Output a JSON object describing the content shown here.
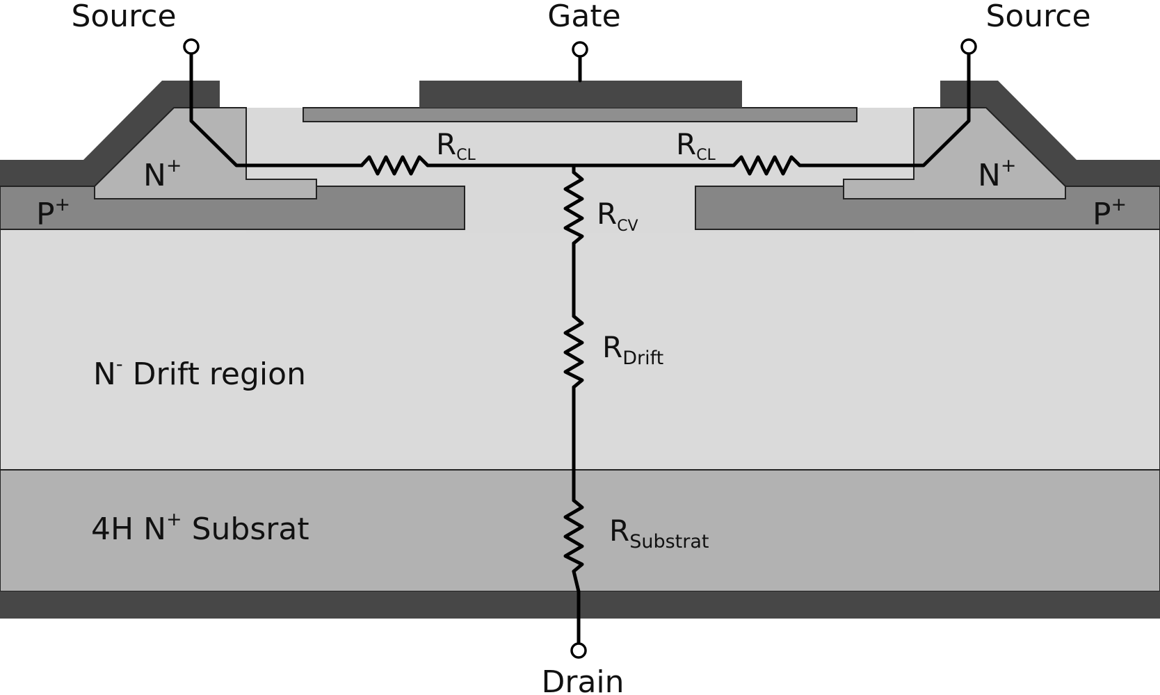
{
  "terminals": {
    "source_left": "Source",
    "gate": "Gate",
    "source_right": "Source",
    "drain": "Drain"
  },
  "regions": {
    "n_plus": {
      "main": "N",
      "sup": "+"
    },
    "p_plus": {
      "main": "P",
      "sup": "+"
    },
    "drift": {
      "pre": "N",
      "sup": "-",
      "post": " Drift region"
    },
    "substrate": {
      "pre": "4H N",
      "sup": "+",
      "post": " Subsrat"
    }
  },
  "resistors": {
    "cl": {
      "main": "R",
      "sub": "CL"
    },
    "cv": {
      "main": "R",
      "sub": "CV"
    },
    "drift": {
      "main": "R",
      "sub": "Drift"
    },
    "substrate": {
      "main": "R",
      "sub": "Substrat"
    }
  },
  "colors": {
    "metal": "#474747",
    "p_plus": "#868686",
    "n_plus": "#b4b4b4",
    "oxide": "#d9d9d9",
    "drift": "#dadada",
    "substrate": "#b2b2b2",
    "gate_poly": "#8f8f8f"
  }
}
